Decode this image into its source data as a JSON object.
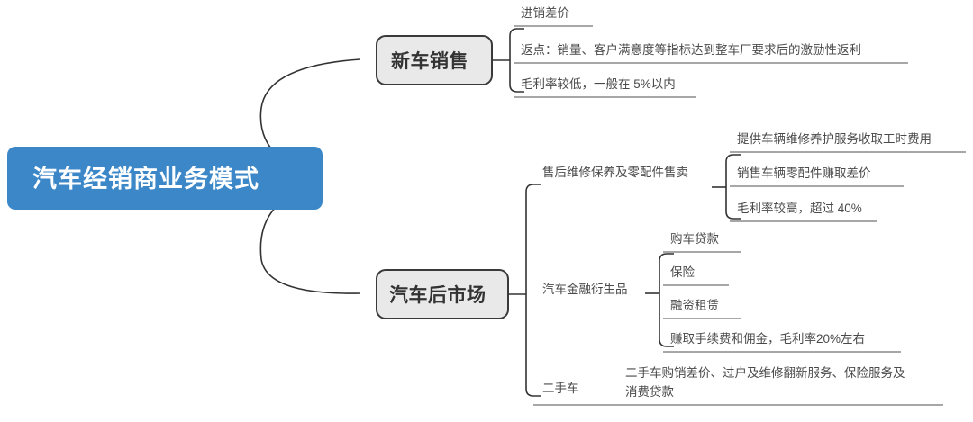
{
  "diagram": {
    "type": "mindmap",
    "title": "汽车经销商业务模式",
    "colors": {
      "root_fill": "#3b87c8",
      "root_text": "#ffffff",
      "branch_fill": "#e9e9e9",
      "branch_border": "#3a3a3a",
      "connector": "#333333",
      "underline": "#8a8a8a",
      "leaf_text": "#4a4a4a",
      "background": "#ffffff"
    },
    "root": {
      "label": "汽车经销商业务模式"
    },
    "branches": [
      {
        "label": "新车销售",
        "children": [
          {
            "label": "进销差价"
          },
          {
            "label": "返点：销量、客户满意度等指标达到整车厂要求后的激励性返利"
          },
          {
            "label": "毛利率较低，一般在 5%以内"
          }
        ]
      },
      {
        "label": "汽车后市场",
        "children": [
          {
            "label": "售后维修保养及零配件售卖",
            "children": [
              {
                "label": "提供车辆维修养护服务收取工时费用"
              },
              {
                "label": "销售车辆零配件赚取差价"
              },
              {
                "label": "毛利率较高，超过 40%"
              }
            ]
          },
          {
            "label": "汽车金融衍生品",
            "children": [
              {
                "label": "购车贷款"
              },
              {
                "label": "保险"
              },
              {
                "label": "融资租赁"
              },
              {
                "label": "赚取手续费和佣金，毛利率20%左右"
              }
            ]
          },
          {
            "label": "二手车",
            "children": [
              {
                "label": "二手车购销差价、过户及维修翻新服务、保险服务及",
                "label2": "消费贷款"
              }
            ]
          }
        ]
      }
    ]
  }
}
